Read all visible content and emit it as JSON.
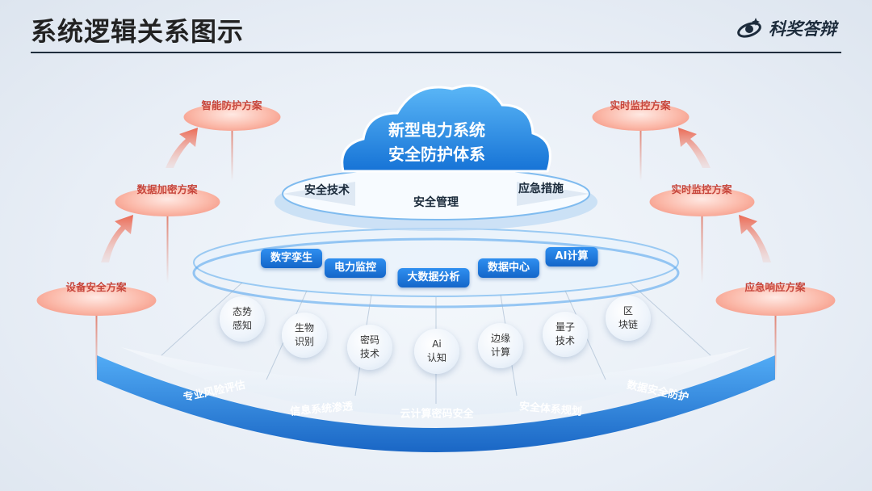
{
  "header": {
    "title": "系统逻辑关系图示",
    "logo_text": "科奖答辩"
  },
  "core": {
    "line1": "新型电力系统",
    "line2": "安全防护体系"
  },
  "platform_segments": [
    "安全技术",
    "安全管理",
    "应急措施"
  ],
  "middle_tier": [
    "数字孪生",
    "电力监控",
    "大数据分析",
    "数据中心",
    "AI计算"
  ],
  "tech_bubbles": [
    "态势\n感知",
    "生物\n识别",
    "密码\n技术",
    "Ai\n认知",
    "边缘\n计算",
    "量子\n技术",
    "区\n块链"
  ],
  "base_band": [
    "专业风险评估",
    "信息系统渗透",
    "云计算密码安全",
    "安全体系规划",
    "数据安全防护"
  ],
  "left_plans": [
    "智能防护方案",
    "数据加密方案",
    "设备安全方案"
  ],
  "right_plans": [
    "实时监控方案",
    "实时监控方案",
    "应急响应方案"
  ],
  "colors": {
    "primary_blue": "#1a73d9",
    "accent_red": "#e86a56",
    "title_dark": "#1f2d3d"
  }
}
